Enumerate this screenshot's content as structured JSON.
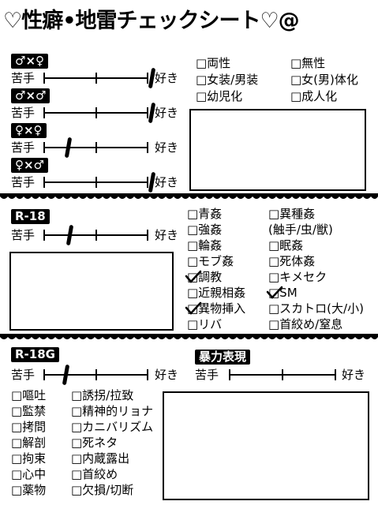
{
  "title": "♡性癖•地雷チェックシート♡@",
  "scale_labels": {
    "left": "苦手",
    "right": "好き"
  },
  "pairings": [
    {
      "tag": "♂×♀",
      "level": 1.0
    },
    {
      "tag": "♂×♂",
      "level": 1.0
    },
    {
      "tag": "♀×♀",
      "level": 0.2
    },
    {
      "tag": "♀×♂",
      "level": 1.0
    }
  ],
  "attributes": [
    {
      "label": "□両性",
      "checked": false
    },
    {
      "label": "□無性",
      "checked": false
    },
    {
      "label": "□女装/男装",
      "checked": false
    },
    {
      "label": "□女(男)体化",
      "checked": false
    },
    {
      "label": "□幼児化",
      "checked": false
    },
    {
      "label": "□成人化",
      "checked": false
    }
  ],
  "r18": {
    "tag": "R-18",
    "level": 0.22,
    "col1": [
      {
        "label": "□青姦",
        "checked": false
      },
      {
        "label": "□強姦",
        "checked": false
      },
      {
        "label": "□輪姦",
        "checked": false
      },
      {
        "label": "□モブ姦",
        "checked": false
      },
      {
        "label": "□調教",
        "checked": true
      },
      {
        "label": "□近親相姦",
        "checked": false
      },
      {
        "label": "□異物挿入",
        "checked": true
      },
      {
        "label": "□リバ",
        "checked": false
      }
    ],
    "col2": [
      {
        "label": "□異種姦",
        "checked": false
      },
      {
        "label": "(触手/虫/獣)",
        "checked": false
      },
      {
        "label": "□眠姦",
        "checked": false
      },
      {
        "label": "□死体姦",
        "checked": false
      },
      {
        "label": "□キメセク",
        "checked": false
      },
      {
        "label": "□SM",
        "checked": true
      },
      {
        "label": "□スカトロ(大/小)",
        "checked": false
      },
      {
        "label": "□首絞め/窒息",
        "checked": false
      }
    ]
  },
  "r18g": {
    "tag": "R-18G",
    "level": 0.18,
    "col1": [
      {
        "label": "□嘔吐"
      },
      {
        "label": "□監禁"
      },
      {
        "label": "□拷問"
      },
      {
        "label": "□解剖"
      },
      {
        "label": "□拘束"
      },
      {
        "label": "□心中"
      },
      {
        "label": "□薬物"
      }
    ],
    "col2": [
      {
        "label": "□誘拐/拉致"
      },
      {
        "label": "□精神的リョナ"
      },
      {
        "label": "□カニバリズム"
      },
      {
        "label": "□死ネタ"
      },
      {
        "label": "□内蔵露出"
      },
      {
        "label": "□首絞め"
      },
      {
        "label": "□欠損/切断"
      }
    ]
  },
  "violence": {
    "tag": "暴力表現",
    "level": null
  }
}
